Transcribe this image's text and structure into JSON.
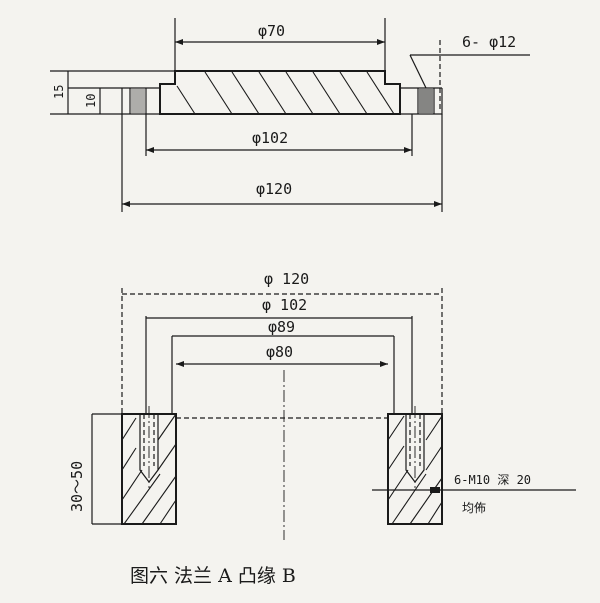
{
  "flange_a": {
    "d_top": "φ70",
    "holes": "6- φ12",
    "h_outer": "15",
    "h_inner": "10",
    "d_pitch": "φ102",
    "d_outer": "φ120"
  },
  "flange_b": {
    "d1": "φ 120",
    "d2": "φ 102",
    "d3": "φ89",
    "d4": "φ80",
    "height": "30～50",
    "thread_note": "6-M10  深 20",
    "thread_note2": "均佈"
  },
  "caption": "图六  法兰 A  凸缘 B"
}
